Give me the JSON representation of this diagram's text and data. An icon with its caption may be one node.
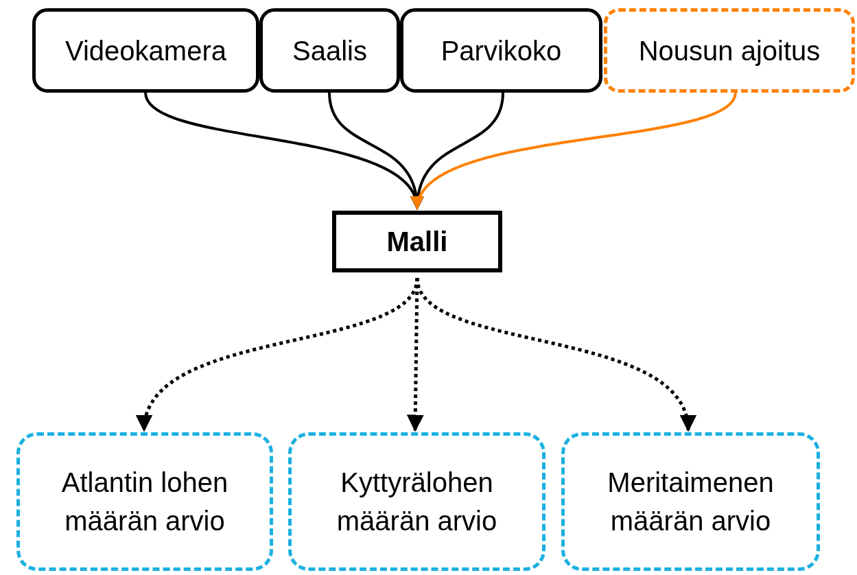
{
  "diagram": {
    "nodes": [
      {
        "text": [
          "Videokamera"
        ]
      },
      {
        "text": [
          "Saalis"
        ]
      },
      {
        "text": [
          "Parvikoko"
        ]
      },
      {
        "text": [
          "Nousun ajoitus"
        ]
      },
      {
        "text": [
          "Malli"
        ]
      },
      {
        "text": [
          "Atlantin lohen määrän arvio"
        ]
      },
      {
        "text": [
          "Kyttyrälohen määrän arvio"
        ]
      },
      {
        "text": [
          "Meritaimenen määrän arvio"
        ]
      }
    ],
    "edges": [
      {
        "from": 0,
        "to": 4,
        "arrow": "to"
      },
      {
        "from": 1,
        "to": 4,
        "arrow": "to"
      },
      {
        "from": 2,
        "to": 4,
        "arrow": "to"
      },
      {
        "from": 3,
        "to": 4,
        "arrow": "to",
        "color": "#ff8000"
      },
      {
        "from": 4,
        "to": 5,
        "arrow": "to",
        "style": "dashed"
      },
      {
        "from": 4,
        "to": 6,
        "arrow": "to",
        "style": "dashed"
      },
      {
        "from": 4,
        "to": 7,
        "arrow": "to",
        "style": "dashed"
      }
    ]
  }
}
